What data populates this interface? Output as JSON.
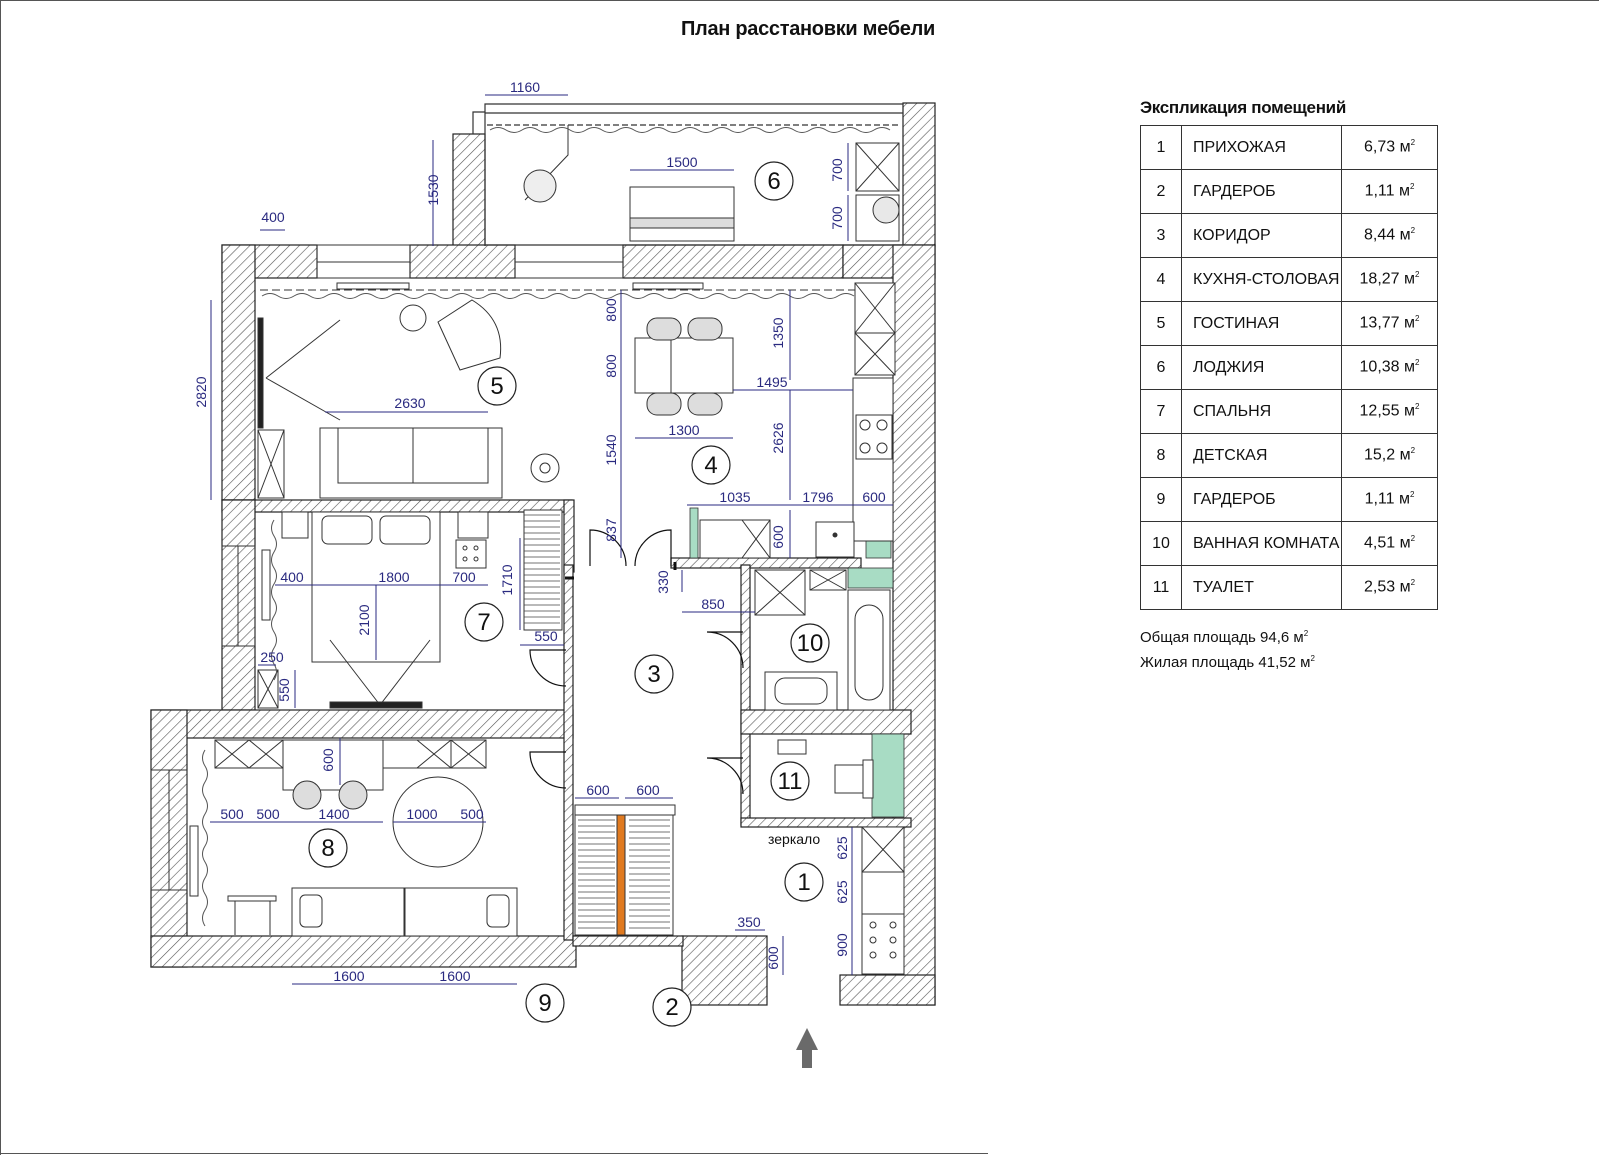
{
  "title": "План расстановки мебели",
  "plan": {
    "room_numbers": [
      "1",
      "2",
      "3",
      "4",
      "5",
      "6",
      "7",
      "8",
      "9",
      "10",
      "11"
    ],
    "dimensions": [
      "1160",
      "1530",
      "1500",
      "700",
      "700",
      "400",
      "2820",
      "800",
      "800",
      "1350",
      "2630",
      "1495",
      "1300",
      "2626",
      "1540",
      "1035",
      "1796",
      "600",
      "837",
      "600",
      "330",
      "850",
      "1710",
      "400",
      "1800",
      "700",
      "2100",
      "550",
      "250",
      "550",
      "600",
      "600",
      "600",
      "500",
      "500",
      "1400",
      "1000",
      "500",
      "625",
      "625",
      "900",
      "350",
      "600",
      "1600",
      "1600"
    ],
    "mirror_label": "зеркало",
    "entrance_marker": "arrow-up"
  },
  "legend": {
    "title": "Экспликация помещений",
    "area_unit": "м",
    "area_unit_exponent": "2",
    "rooms": [
      {
        "num": "1",
        "name": "ПРИХОЖАЯ",
        "area": "6,73"
      },
      {
        "num": "2",
        "name": "ГАРДЕРОБ",
        "area": "1,11"
      },
      {
        "num": "3",
        "name": "КОРИДОР",
        "area": "8,44"
      },
      {
        "num": "4",
        "name": "КУХНЯ-СТОЛОВАЯ",
        "area": "18,27"
      },
      {
        "num": "5",
        "name": "ГОСТИНАЯ",
        "area": "13,77"
      },
      {
        "num": "6",
        "name": "ЛОДЖИЯ",
        "area": "10,38"
      },
      {
        "num": "7",
        "name": "СПАЛЬНЯ",
        "area": "12,55"
      },
      {
        "num": "8",
        "name": "ДЕТСКАЯ",
        "area": "15,2"
      },
      {
        "num": "9",
        "name": "ГАРДЕРОБ",
        "area": "1,11"
      },
      {
        "num": "10",
        "name": "ВАННАЯ КОМНАТА",
        "area": "4,51"
      },
      {
        "num": "11",
        "name": "ТУАЛЕТ",
        "area": "2,53"
      }
    ],
    "total_label": "Общая площадь 94,6 м",
    "living_label": "Жилая площадь 41,52 м"
  },
  "colors": {
    "wall_hatch": "#555555",
    "dimension": "#2a2a80",
    "wet_zone": "#a8dcc4",
    "door_divider": "#e07a20",
    "arrow": "#6a6a6a"
  }
}
